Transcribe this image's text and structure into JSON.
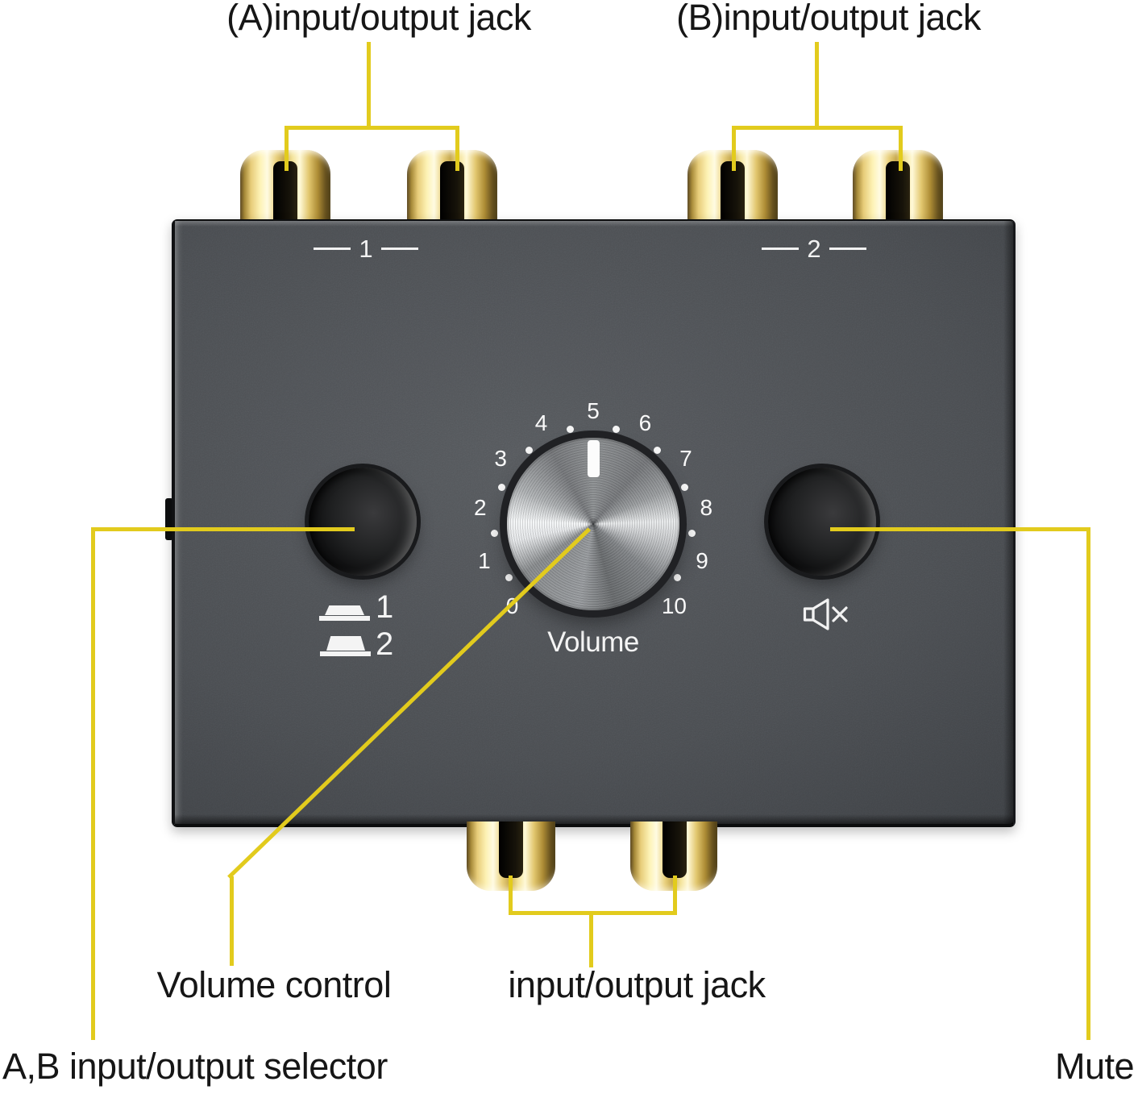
{
  "annotations": {
    "jack_a_label": "(A)input/output jack",
    "jack_b_label": "(B)input/output jack",
    "volume_control_label": "Volume control",
    "io_jack_bottom_label": "input/output jack",
    "ab_selector_label": "A,B input/output selector",
    "mute_label": "Mute"
  },
  "device": {
    "channel_marking_1": "1",
    "channel_marking_2": "2",
    "volume_label": "Volume",
    "dial": {
      "numbers": [
        "0",
        "1",
        "2",
        "3",
        "4",
        "5",
        "6",
        "7",
        "8",
        "9",
        "10"
      ],
      "min": 0,
      "max": 10,
      "pointer_at": "5"
    },
    "selector_position_1": "1",
    "selector_position_2": "2",
    "icons": {
      "mute_button_icon": "muted-speaker-icon",
      "selector_icon_1": "key-position-1-icon",
      "selector_icon_2": "key-position-2-icon"
    }
  },
  "colors": {
    "annotation_yellow": "#e2cb1d",
    "jack_gold": "#e9d07c",
    "body_gray": "#4a4d51",
    "knob_silver": "#c9cccd",
    "label_text": "#161616",
    "device_text": "#f2f2f2"
  }
}
